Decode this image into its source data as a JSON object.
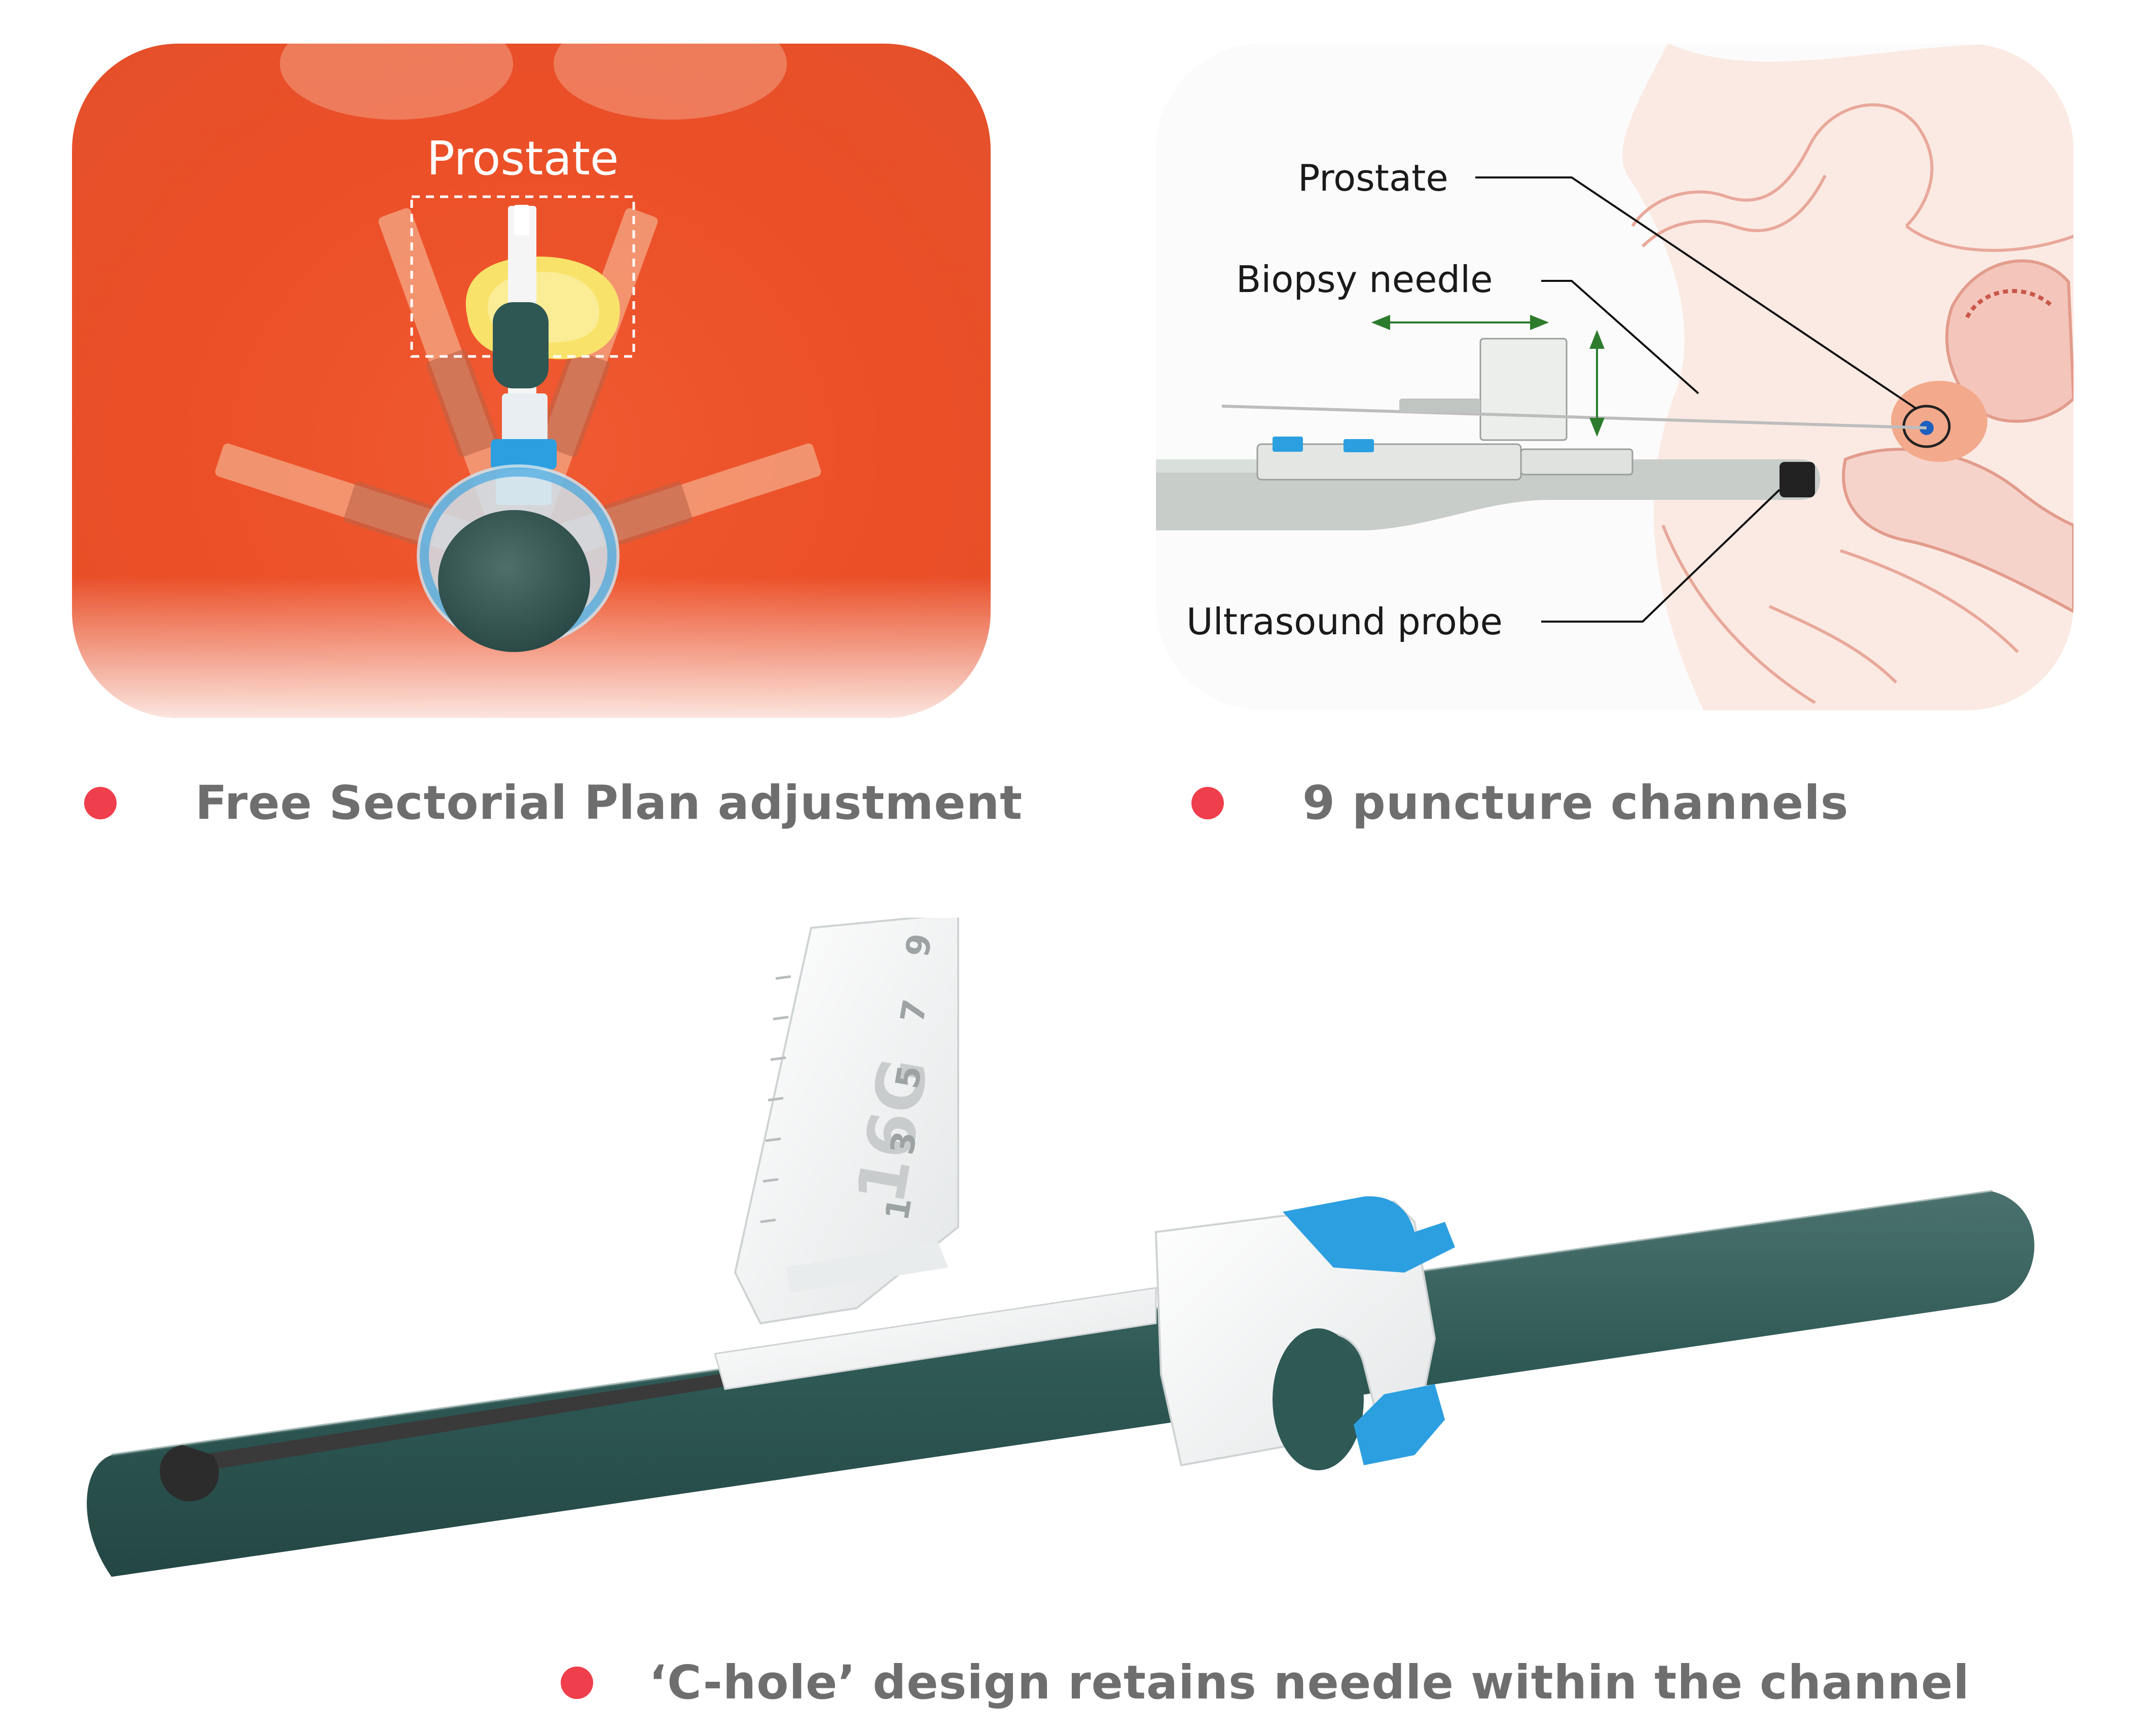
{
  "panels": {
    "sectorial": {
      "label": "Prostate"
    },
    "channels": {
      "labels": {
        "prostate": "Prostate",
        "biopsy_needle": "Biopsy needle",
        "ultrasound_probe": "Ultrasound probe"
      }
    },
    "device": {
      "gauge_label": "16G",
      "scale_numbers": [
        "9",
        "7",
        "5",
        "3",
        "1"
      ]
    }
  },
  "features": {
    "sectorial": "Free Sectorial Plan adjustment",
    "channels": "9 puncture channels",
    "chole": "‘C-hole’ design retains needle within the channel"
  },
  "colors": {
    "bullet": "#ef3e4c",
    "background_orange": "#eb4f27",
    "probe_teal": "#2f5a57",
    "clip_blue": "#2c9fe0"
  }
}
